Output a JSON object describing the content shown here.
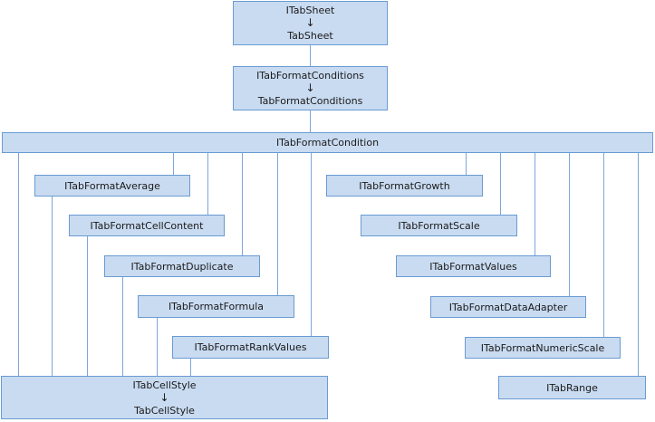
{
  "diagram": {
    "type": "class-hierarchy-diagram",
    "colors": {
      "box_fill": "#c9dbf1",
      "box_border": "#699bd3",
      "connector": "#7da7d8",
      "text_color": "#1a1a1a",
      "background": "#ffffff"
    },
    "nodes": {
      "tabsheet": {
        "lines": [
          "ITabSheet",
          "↓",
          "TabSheet"
        ]
      },
      "tabformatconditions": {
        "lines": [
          "ITabFormatConditions",
          "↓",
          "TabFormatConditions"
        ]
      },
      "tabformatcondition": {
        "label": "ITabFormatCondition"
      },
      "average": {
        "label": "ITabFormatAverage"
      },
      "cellcontent": {
        "label": "ITabFormatCellContent"
      },
      "duplicate": {
        "label": "ITabFormatDuplicate"
      },
      "formula": {
        "label": "ITabFormatFormula"
      },
      "rankvalues": {
        "label": "ITabFormatRankValues"
      },
      "growth": {
        "label": "ITabFormatGrowth"
      },
      "scale": {
        "label": "ITabFormatScale"
      },
      "values": {
        "label": "ITabFormatValues"
      },
      "dataadapter": {
        "label": "ITabFormatDataAdapter"
      },
      "numericscale": {
        "label": "ITabFormatNumericScale"
      },
      "range": {
        "label": "ITabRange"
      },
      "cellstyle": {
        "lines": [
          "ITabCellStyle",
          "↓",
          "TabCellStyle"
        ]
      }
    }
  }
}
